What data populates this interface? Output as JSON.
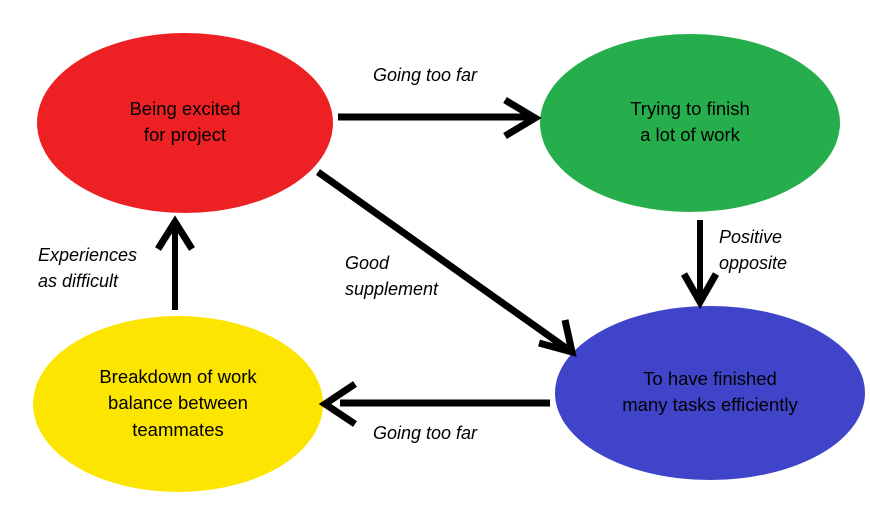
{
  "diagram": {
    "background_color": "#ffffff",
    "nodes": [
      {
        "id": "excited",
        "label": "Being excited\nfor project",
        "color": "#ED2024",
        "shape": "ellipse"
      },
      {
        "id": "trying",
        "label": "Trying to finish\na lot of work",
        "color": "#27AE4C",
        "shape": "ellipse"
      },
      {
        "id": "breakdown",
        "label": "Breakdown of work\nbalance between\nteammates",
        "color": "#FCE500",
        "shape": "ellipse"
      },
      {
        "id": "finished",
        "label": "To have finished\nmany tasks efficiently",
        "color": "#3F44C9",
        "shape": "ellipse"
      }
    ],
    "edges": [
      {
        "id": "excited-to-trying",
        "from": "excited",
        "to": "trying",
        "label": "Going too far",
        "color": "#000000"
      },
      {
        "id": "trying-to-finished",
        "from": "trying",
        "to": "finished",
        "label": "Positive\nopposite",
        "color": "#000000"
      },
      {
        "id": "excited-to-finished",
        "from": "excited",
        "to": "finished",
        "label": "Good\nsupplement",
        "color": "#000000"
      },
      {
        "id": "finished-to-breakdown",
        "from": "finished",
        "to": "breakdown",
        "label": "Going too far",
        "color": "#000000"
      },
      {
        "id": "breakdown-to-excited",
        "from": "breakdown",
        "to": "excited",
        "label": "Experiences\nas difficult",
        "color": "#000000"
      }
    ]
  }
}
